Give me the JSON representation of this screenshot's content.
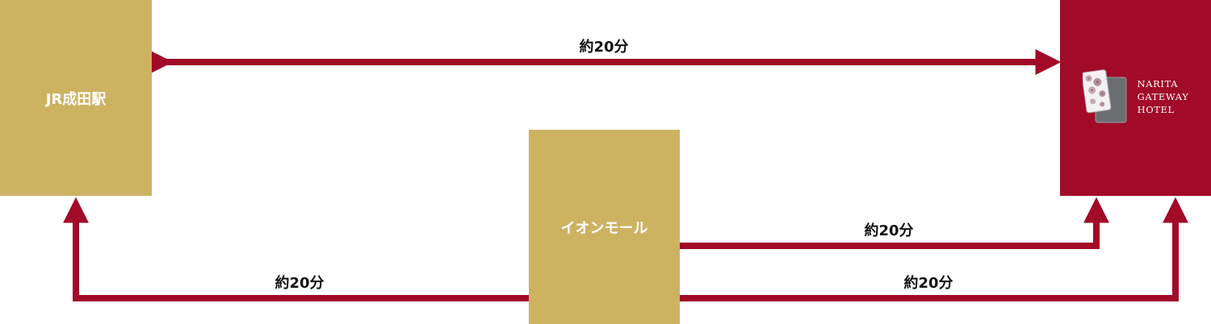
{
  "colors": {
    "gold": "#CDB262",
    "crimson": "#A10B28",
    "arrow": "#A10B28",
    "label_text": "#111111",
    "box_text": "#ffffff"
  },
  "nodes": {
    "jr_station": {
      "label": "JR成田駅"
    },
    "aeon_mall": {
      "label": "イオンモール"
    },
    "hotel": {
      "logo_icon": "sakura-card-emblem-icon",
      "name_lines": [
        "Narita",
        "Gateway",
        "Hotel"
      ]
    }
  },
  "routes": {
    "jr_hotel": {
      "label": "約20分",
      "direction": "bidirectional"
    },
    "aeon_hotel_upper": {
      "label": "約20分"
    },
    "aeon_jr": {
      "label": "約20分"
    },
    "aeon_hotel_lower": {
      "label": "約20分"
    }
  }
}
